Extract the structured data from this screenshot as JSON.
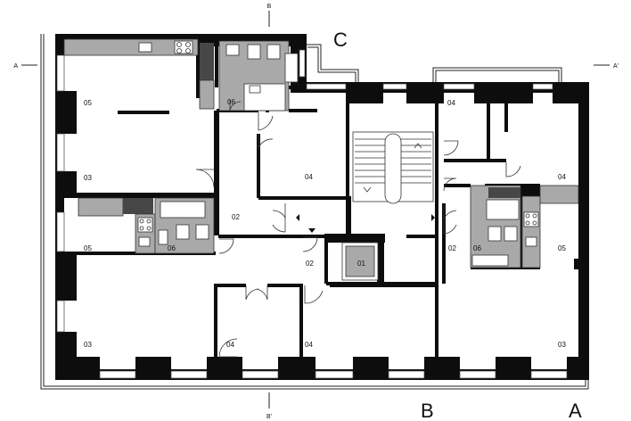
{
  "section_markers": {
    "top": "B",
    "bottom": "B'",
    "left": "A",
    "right": "A'"
  },
  "wing_labels": {
    "courtyard": "C",
    "street_front": "B",
    "side_front": "A"
  },
  "rooms": [
    {
      "id": "r05_tl",
      "label": "05"
    },
    {
      "id": "r03_tl",
      "label": "03"
    },
    {
      "id": "r06_top",
      "label": "06"
    },
    {
      "id": "r04_top",
      "label": "04"
    },
    {
      "id": "r02_left",
      "label": "02"
    },
    {
      "id": "r04_tr",
      "label": "04"
    },
    {
      "id": "r04_right",
      "label": "04"
    },
    {
      "id": "r05_ml",
      "label": "05"
    },
    {
      "id": "r06_ml",
      "label": "06"
    },
    {
      "id": "r02_center",
      "label": "02"
    },
    {
      "id": "r01",
      "label": "01"
    },
    {
      "id": "r02_right",
      "label": "02"
    },
    {
      "id": "r06_right",
      "label": "06"
    },
    {
      "id": "r05_right",
      "label": "05"
    },
    {
      "id": "r03_bl",
      "label": "03"
    },
    {
      "id": "r04_small",
      "label": "04"
    },
    {
      "id": "r04_bottom",
      "label": "04"
    },
    {
      "id": "r03_br",
      "label": "03"
    }
  ]
}
